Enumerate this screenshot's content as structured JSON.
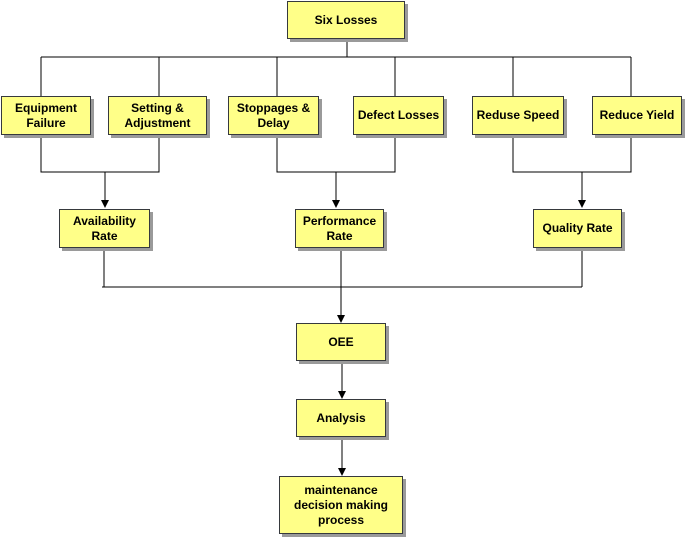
{
  "diagram": {
    "colors": {
      "box_fill": "#ffff88",
      "box_border": "#36393d",
      "line": "#000000"
    },
    "nodes": {
      "six_losses": "Six Losses",
      "equipment_failure": "Equipment\nFailure",
      "setting_adjustment": "Setting &\nAdjustment",
      "stoppages_delay": "Stoppages &\nDelay",
      "defect_losses": "Defect Losses",
      "reduse_speed": "Reduse Speed",
      "reduce_yield": "Reduce Yield",
      "availability_rate": "Availability\nRate",
      "performance_rate": "Performance\nRate",
      "quality_rate": "Quality Rate",
      "oee": "OEE",
      "analysis": "Analysis",
      "maintenance": "maintenance\ndecision making\nprocess"
    },
    "connections": [
      {
        "from": "six_losses",
        "to": "equipment_failure"
      },
      {
        "from": "six_losses",
        "to": "setting_adjustment"
      },
      {
        "from": "six_losses",
        "to": "stoppages_delay"
      },
      {
        "from": "six_losses",
        "to": "defect_losses"
      },
      {
        "from": "six_losses",
        "to": "reduse_speed"
      },
      {
        "from": "six_losses",
        "to": "reduce_yield"
      },
      {
        "from": "equipment_failure",
        "to": "availability_rate"
      },
      {
        "from": "setting_adjustment",
        "to": "availability_rate"
      },
      {
        "from": "stoppages_delay",
        "to": "performance_rate"
      },
      {
        "from": "defect_losses",
        "to": "performance_rate"
      },
      {
        "from": "reduse_speed",
        "to": "quality_rate"
      },
      {
        "from": "reduce_yield",
        "to": "quality_rate"
      },
      {
        "from": "availability_rate",
        "to": "oee"
      },
      {
        "from": "performance_rate",
        "to": "oee"
      },
      {
        "from": "quality_rate",
        "to": "oee"
      },
      {
        "from": "oee",
        "to": "analysis"
      },
      {
        "from": "analysis",
        "to": "maintenance"
      }
    ]
  }
}
